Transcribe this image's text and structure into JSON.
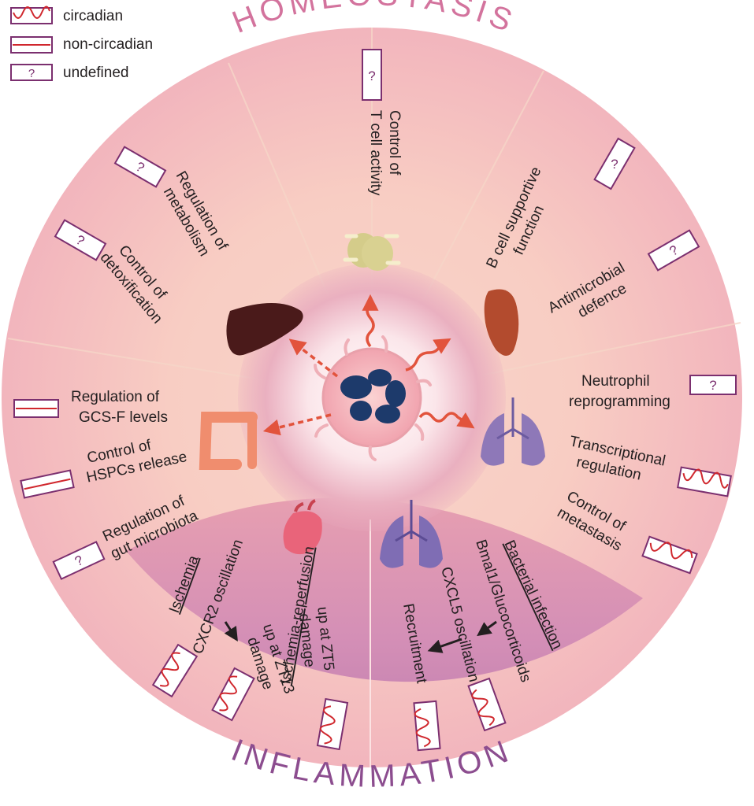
{
  "legend": {
    "circadian": "circadian",
    "non_circadian": "non-circadian",
    "undefined": "undefined",
    "undefined_mark": "?"
  },
  "titles": {
    "top": "HOMEOSTASIS",
    "bottom": "INFLAMMATION"
  },
  "homeostasis": {
    "t_cell": [
      "Control of",
      "T cell activity"
    ],
    "b_cell": [
      "B cell supportive",
      "function"
    ],
    "antimicrobial": [
      "Antimicrobial",
      "defence"
    ],
    "metabolism": [
      "Regulation of",
      "metabolism"
    ],
    "detox": [
      "Control of",
      "detoxification"
    ],
    "gcsf": [
      "Regulation of",
      "GCS-F levels"
    ],
    "hspc": [
      "Control of",
      "HSPCs release"
    ],
    "microbiota": [
      "Regulation of",
      "gut microbiota"
    ],
    "neutrophil": [
      "Neutrophil",
      "reprogramming"
    ],
    "transcription": [
      "Transcriptional",
      "regulation"
    ],
    "metastasis": [
      "Control of",
      "metastasis"
    ]
  },
  "inflammation": {
    "ischemia": "Ischemia",
    "cxcr2": "CXCR2 oscillation",
    "damage13": [
      "damage",
      "up at ZT13"
    ],
    "ir": "Ischemia-reperfusion",
    "damage5": [
      "damage",
      "up at ZT5"
    ],
    "bacterial": "Bacterial infection",
    "bmal": "Bmal1/Glucocorticoids",
    "cxcl5": "CXCL5 oscillation",
    "recruitment": "Recruitment"
  },
  "colors": {
    "outer_pink": "#f6c1c4",
    "top_pink": "#fad2c8",
    "bottom_purple": "#c98bb8",
    "title_top": "#d3739d",
    "title_bottom": "#8c4d8f",
    "marker_border": "#7b2f6f",
    "marker_wave": "#d0272d",
    "arrow": "#e2533c"
  }
}
